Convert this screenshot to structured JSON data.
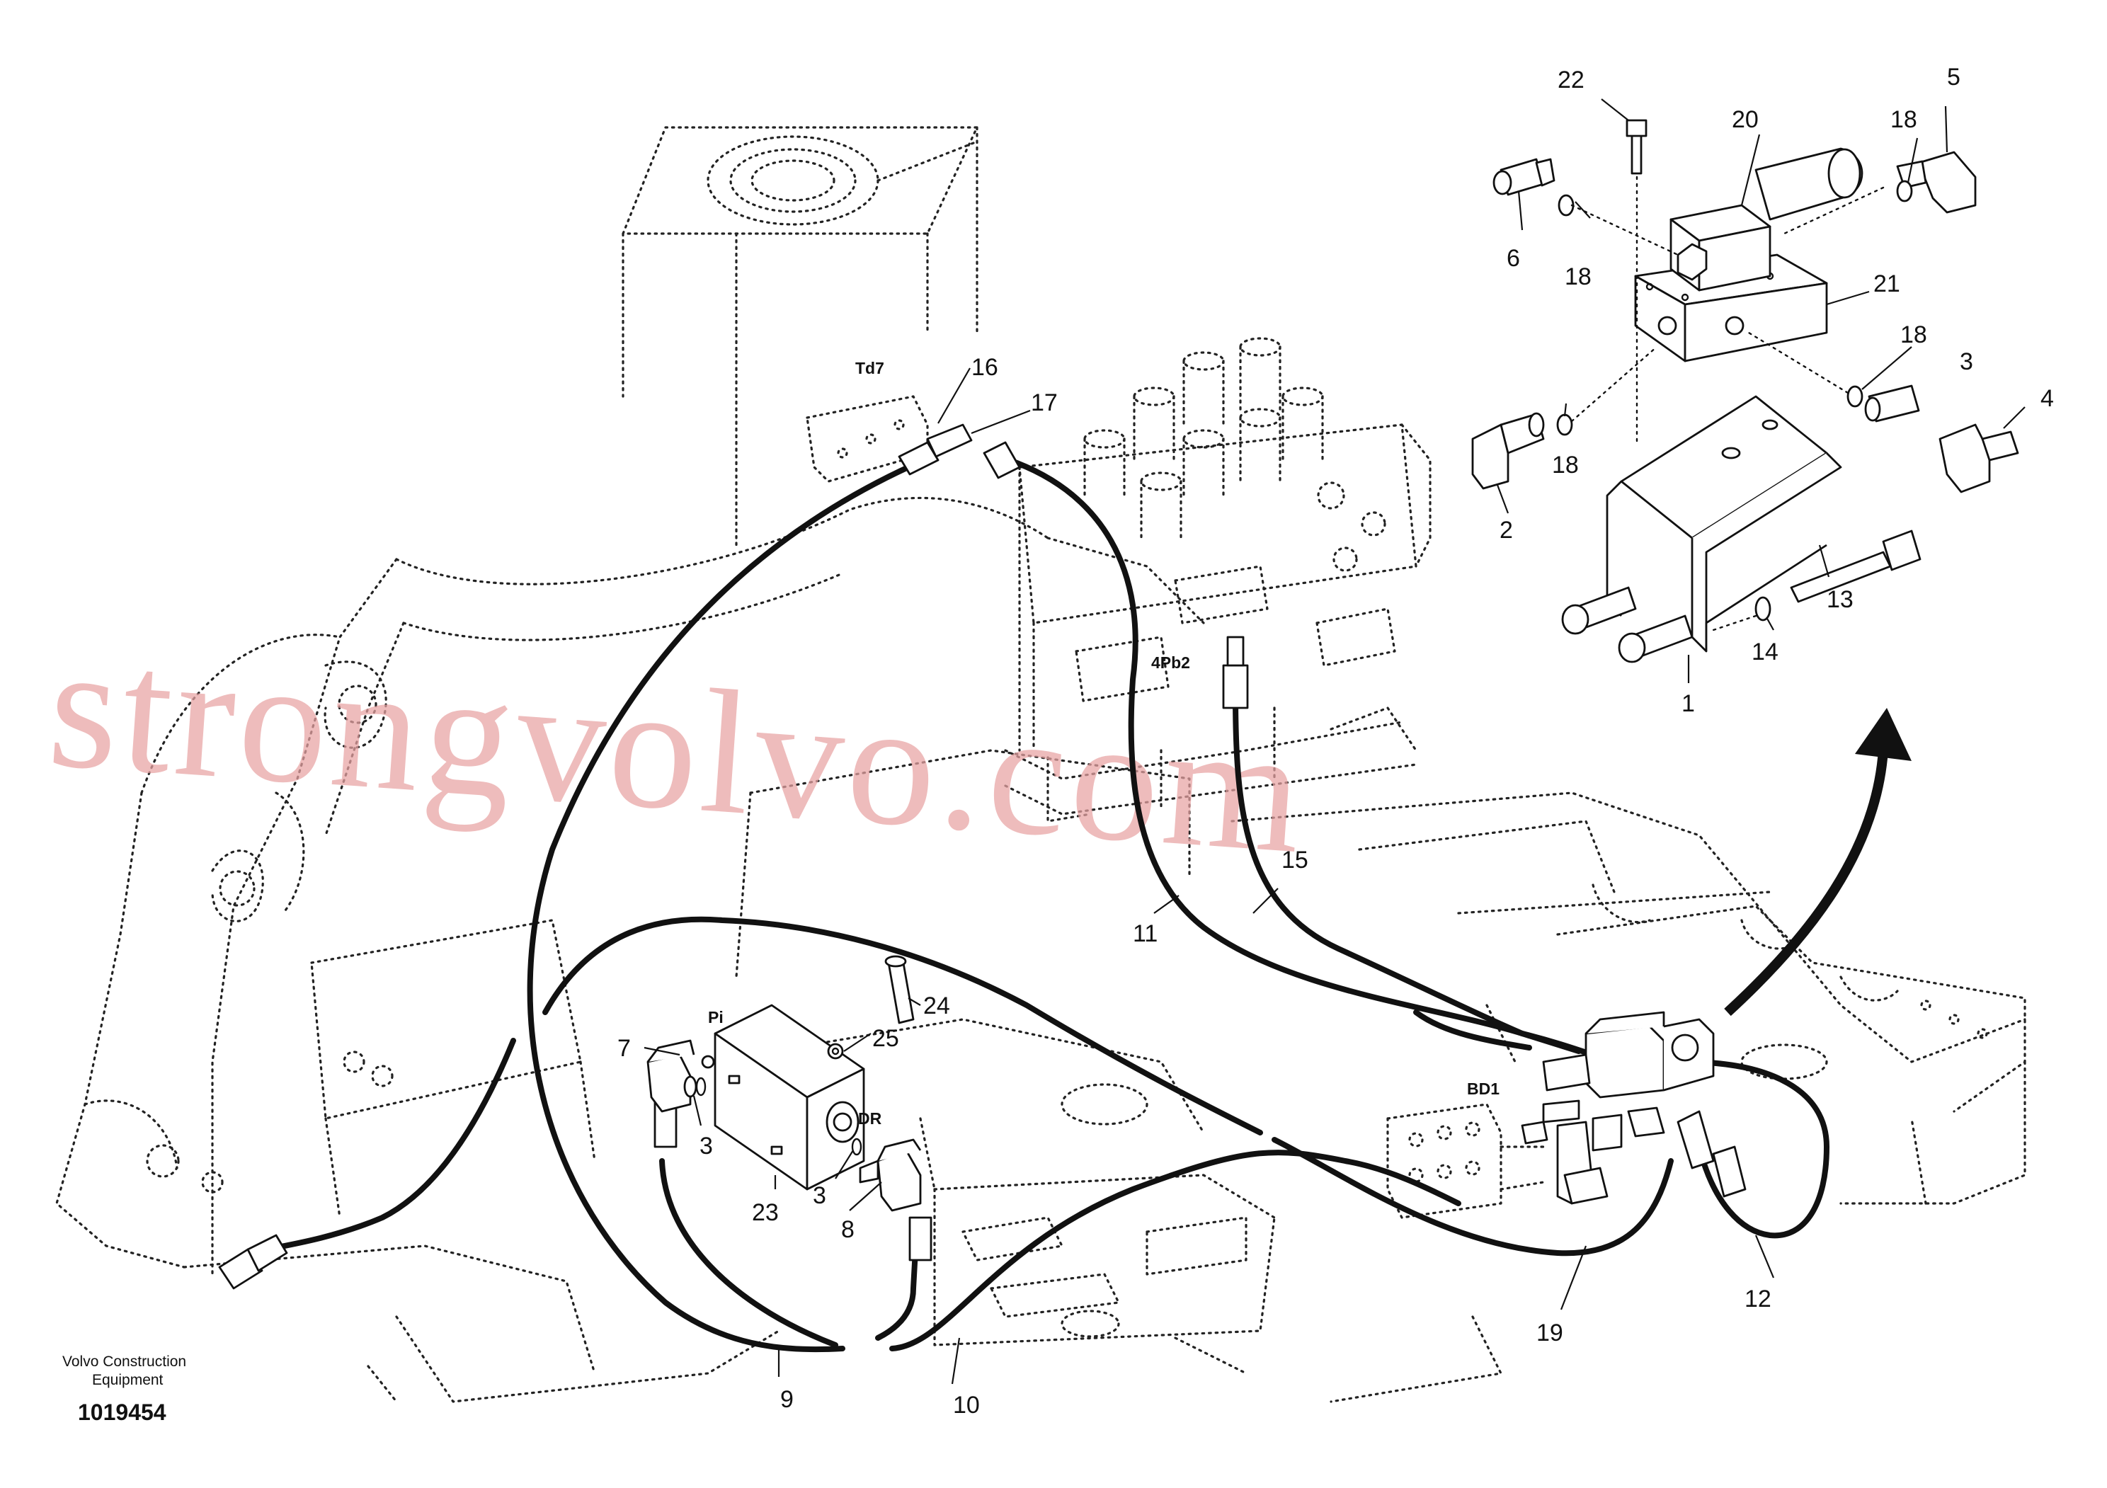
{
  "watermark": "strongvolvo.com",
  "footer": {
    "company_line1": "Volvo Construction",
    "company_line2": "Equipment",
    "figure_number": "1019454"
  },
  "port_labels": {
    "td7": "Td7",
    "pb2": "4Pb2",
    "pi": "Pi",
    "dr": "DR",
    "bd1": "BD1"
  },
  "callouts": {
    "c1": "1",
    "c2": "2",
    "c3a": "3",
    "c3b": "3",
    "c3c": "3",
    "c4": "4",
    "c5": "5",
    "c6": "6",
    "c7": "7",
    "c8": "8",
    "c9": "9",
    "c10": "10",
    "c11": "11",
    "c12": "12",
    "c13": "13",
    "c14": "14",
    "c15": "15",
    "c16": "16",
    "c17": "17",
    "c18a": "18",
    "c18b": "18",
    "c18c": "18",
    "c18d": "18",
    "c19": "19",
    "c20": "20",
    "c21": "21",
    "c22": "22",
    "c23": "23",
    "c24": "24",
    "c25": "25"
  }
}
